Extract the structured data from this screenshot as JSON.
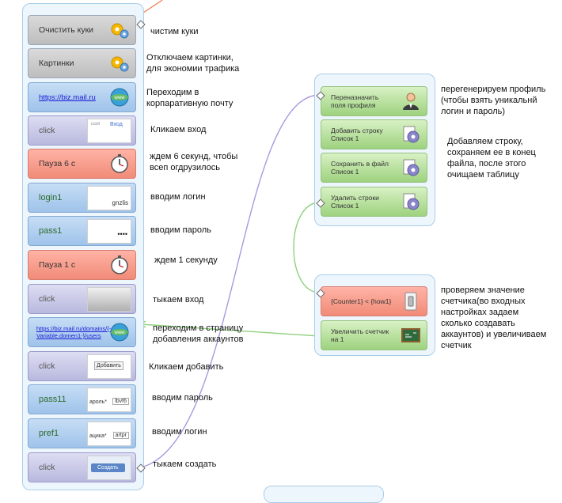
{
  "left_blocks": [
    {
      "label": "Очистить куки",
      "icon": "gears-icon"
    },
    {
      "label": "Картинки",
      "icon": "gears-icon"
    },
    {
      "label": "https://biz.mail.ru",
      "icon": "www-globe-icon"
    },
    {
      "label": "click",
      "thumb_text": "Вход"
    },
    {
      "label": "Пауза 6 с",
      "icon": "stopwatch-icon"
    },
    {
      "label": "login1",
      "thumb_text": "gnzlis"
    },
    {
      "label": "pass1",
      "thumb_text": "••••"
    },
    {
      "label": "Пауза 1 с",
      "icon": "stopwatch-icon"
    },
    {
      "label": "click"
    },
    {
      "label": "https://biz.mail.ru/domains/{-Variable.domen1-}/users",
      "icon": "www-globe-icon"
    },
    {
      "label": "click",
      "thumb_text": "Добавить"
    },
    {
      "label": "pass11",
      "thumb_text": "ароль*",
      "thumb_value": "lbvf6"
    },
    {
      "label": "pref1",
      "thumb_text": "ацика*",
      "thumb_value": "artpr"
    },
    {
      "label": "click",
      "thumb_text": "Создать"
    }
  ],
  "left_notes": [
    "чистим куки",
    "Отключаем картинки,\nдля экономии трафика",
    "Переходим в\nкорпаративную почту",
    "Кликаем вход",
    "ждем 6 секунд, чтобы\nвсеп огдрузилось",
    "вводим логин",
    "вводим пароль",
    "ждем 1 секунду",
    "тыкаем вход",
    "переходим в страницу\nдобавления аккаунтов",
    "Кликаем добавить",
    "вводим пароль",
    "вводим логин",
    "тыкаем создать"
  ],
  "right_top_blocks": [
    {
      "label": "Переназначить\nполя профиля",
      "icon": "user-icon"
    },
    {
      "label": "Добавить строку\nСписок 1",
      "icon": "gear-doc-icon"
    },
    {
      "label": "Сохранить в файл\nСписок 1",
      "icon": "gear-doc-icon"
    },
    {
      "label": "Удалить строки\nСписок 1",
      "icon": "gear-doc-icon"
    }
  ],
  "right_bottom_blocks": [
    {
      "label": "{Counter1} < {how1}",
      "icon": "switch-icon"
    },
    {
      "label": "Увеличить счетчик\nна 1",
      "icon": "chalkboard-icon"
    }
  ],
  "right_notes": [
    "перегенерируем профиль\n(чтобы взять уникальнй\nлогин и пароль)",
    "Добавляем строку,\nсохраняем ее в конец\nфайла, после этого\nочищаем таблицу",
    "проверяем значение\nсчетчика(во входных\nнастройках задаем\nсколько создавать\nаккаунтов) и увеличиваем\nсчетчик"
  ]
}
